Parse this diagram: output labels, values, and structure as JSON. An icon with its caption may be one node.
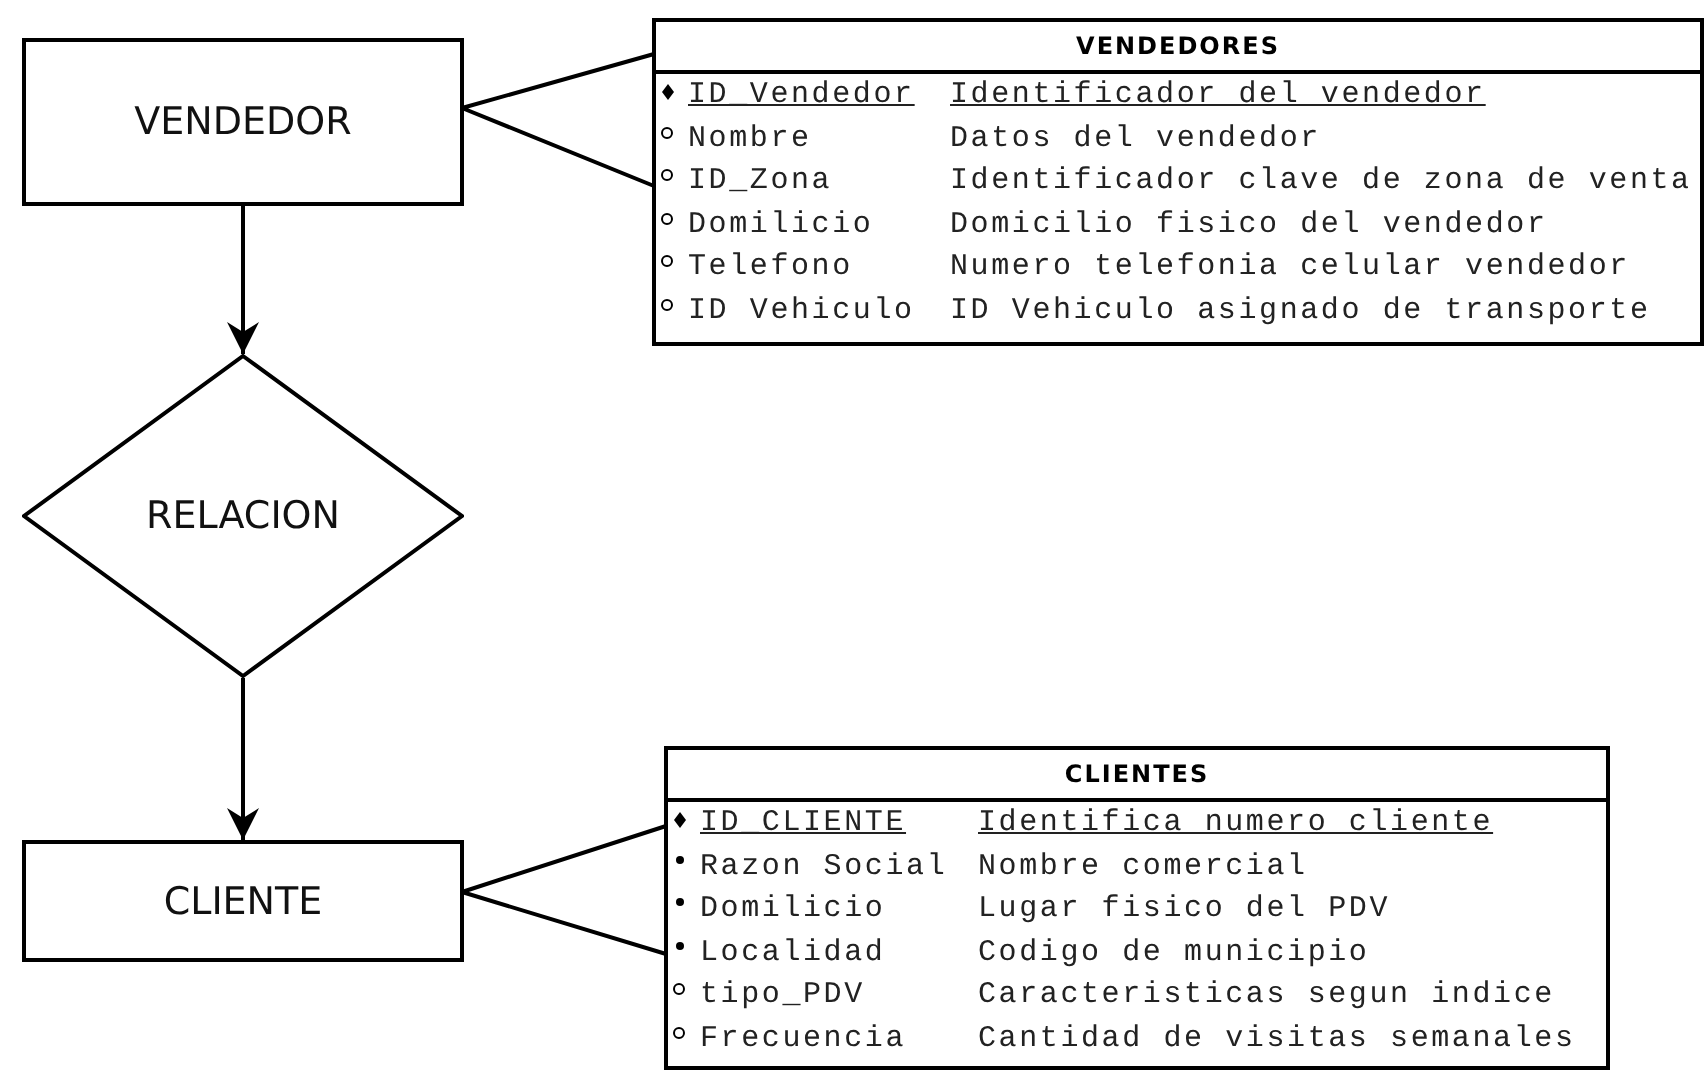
{
  "diagram": {
    "nodes": [
      {
        "text": [
          "VENDEDOR"
        ]
      },
      {
        "text": [
          "RELACION"
        ]
      },
      {
        "text": [
          "CLIENTE"
        ]
      },
      {
        "text": [
          "VENDEDORES",
          "ID_Vendedor",
          "Identificador del vendedor",
          "Nombre",
          "Datos del vendedor",
          "ID_Zona",
          "Identificador clave de zona de venta",
          "Domilicio",
          "Domicilio fisico del vendedor",
          "Telefono",
          "Numero telefonia celular vendedor",
          "ID Vehiculo",
          "ID Vehiculo asignado de transporte"
        ]
      },
      {
        "text": [
          "CLIENTES",
          "ID_CLIENTE",
          "Identifica numero cliente",
          "Razon Social",
          "Nombre comercial",
          "Domilicio",
          "Lugar fisico del PDV",
          "Localidad",
          "Codigo de municipio",
          "tipo_PDV",
          "Caracteristicas segun indice",
          "Frecuencia",
          "Cantidad de visitas semanales"
        ]
      }
    ],
    "edges": [
      {
        "from": 0,
        "to": 1,
        "arrow": "to"
      },
      {
        "from": 1,
        "to": 2,
        "arrow": "to"
      },
      {
        "from": 0,
        "to": 3,
        "arrow": "none"
      },
      {
        "from": 2,
        "to": 4,
        "arrow": "none"
      }
    ]
  }
}
